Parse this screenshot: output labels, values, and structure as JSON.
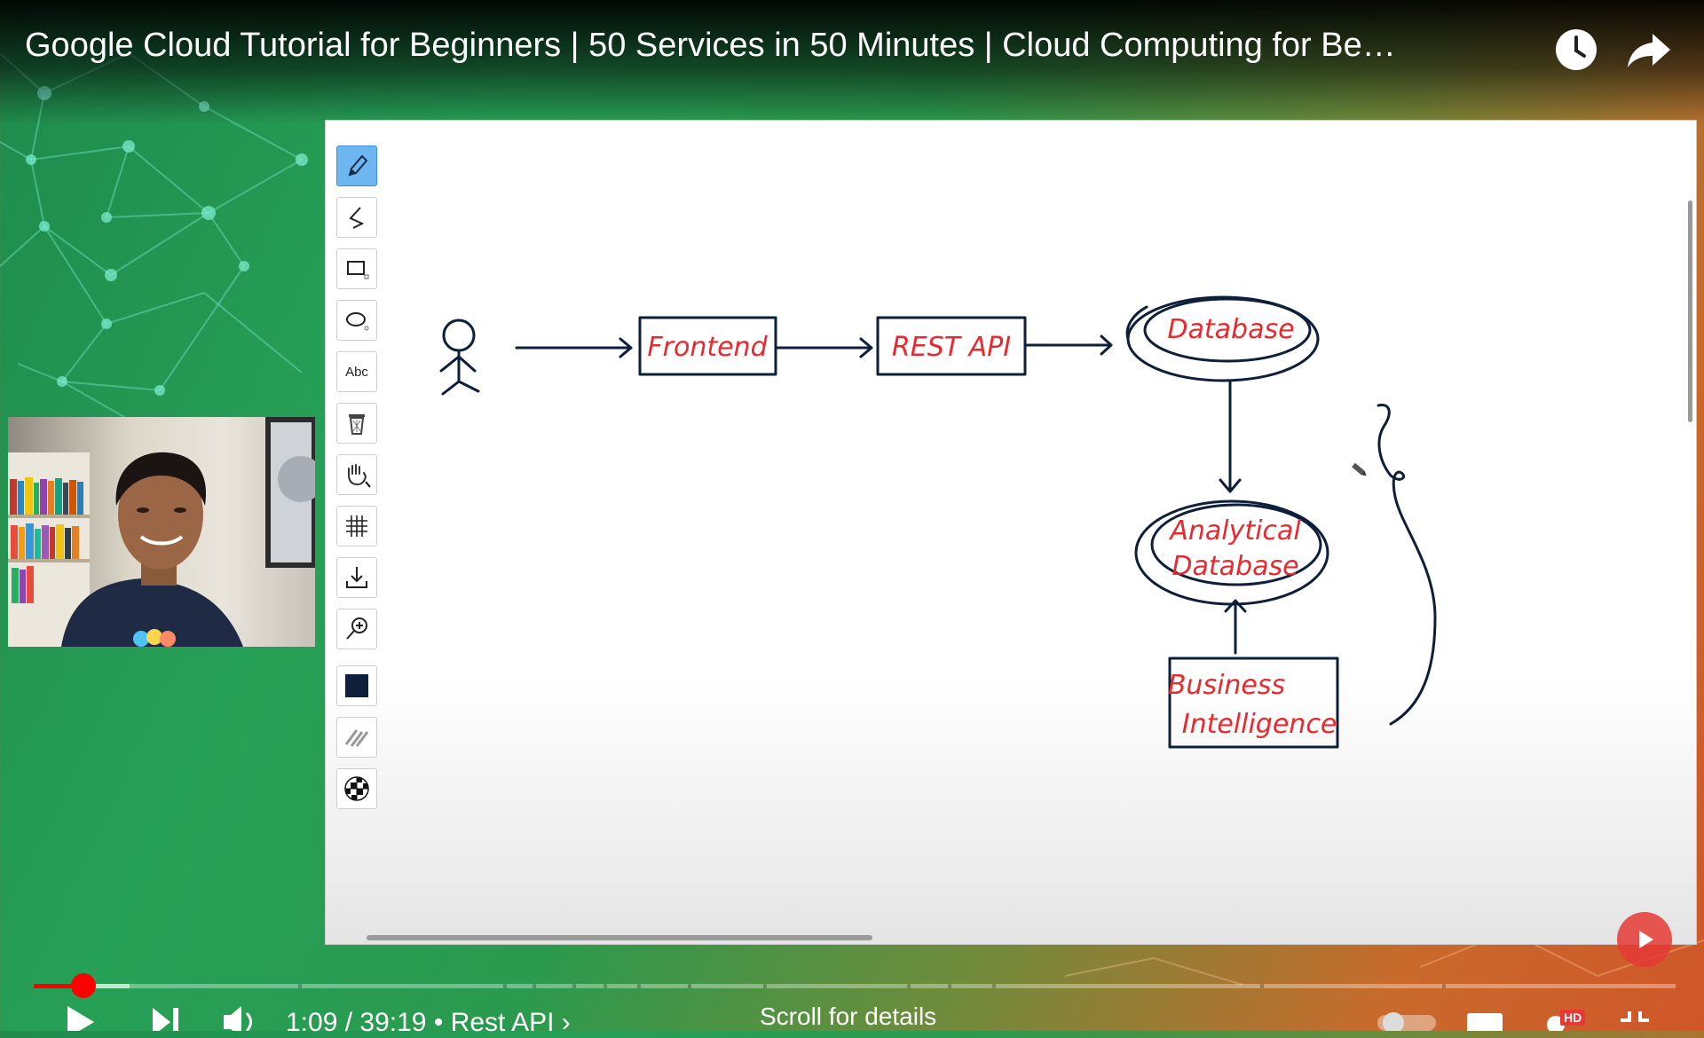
{
  "video": {
    "title": "Google Cloud Tutorial for Beginners | 50 Services in 50 Minutes | Cloud Computing for Be…",
    "time_current": "1:09",
    "time_total": "39:19",
    "chapter": "Rest API",
    "chapter_chevron": "›",
    "time_separator": "/",
    "chapter_separator": "•",
    "scroll_hint": "Scroll for details",
    "quality_badge": "HD",
    "progress_played": 0.03,
    "progress_loaded": 0.058
  },
  "toolbar": {
    "items": [
      {
        "name": "pencil-tool",
        "icon": "pencil-icon",
        "active": true
      },
      {
        "name": "line-tool",
        "icon": "line-icon"
      },
      {
        "name": "rectangle-tool",
        "icon": "rectangle-icon"
      },
      {
        "name": "ellipse-tool",
        "icon": "ellipse-icon"
      },
      {
        "name": "text-tool",
        "label": "Abc"
      },
      {
        "name": "delete-tool",
        "icon": "trash-icon"
      },
      {
        "name": "pan-tool",
        "icon": "hand-icon"
      },
      {
        "name": "grid-tool",
        "icon": "grid-icon"
      },
      {
        "name": "download-tool",
        "icon": "download-icon"
      },
      {
        "name": "zoom-tool",
        "icon": "zoom-in-icon"
      },
      {
        "name": "color-swatch",
        "icon": "color-swatch-icon"
      },
      {
        "name": "pencils-tool",
        "icon": "pencils-icon"
      },
      {
        "name": "pattern-tool",
        "icon": "checker-icon"
      }
    ]
  },
  "diagram": {
    "nodes": {
      "frontend": "Frontend",
      "rest_api": "REST API",
      "database": "Database",
      "analytical_line1": "Analytical",
      "analytical_line2": "Database",
      "bi_line1": "Business",
      "bi_line2": "Intelligence"
    },
    "ink_color": "#0d1f3a",
    "text_color": "#e8292e"
  },
  "colors": {
    "progress_red": "#ff0000",
    "toolbar_active": "#6eb6f1"
  }
}
